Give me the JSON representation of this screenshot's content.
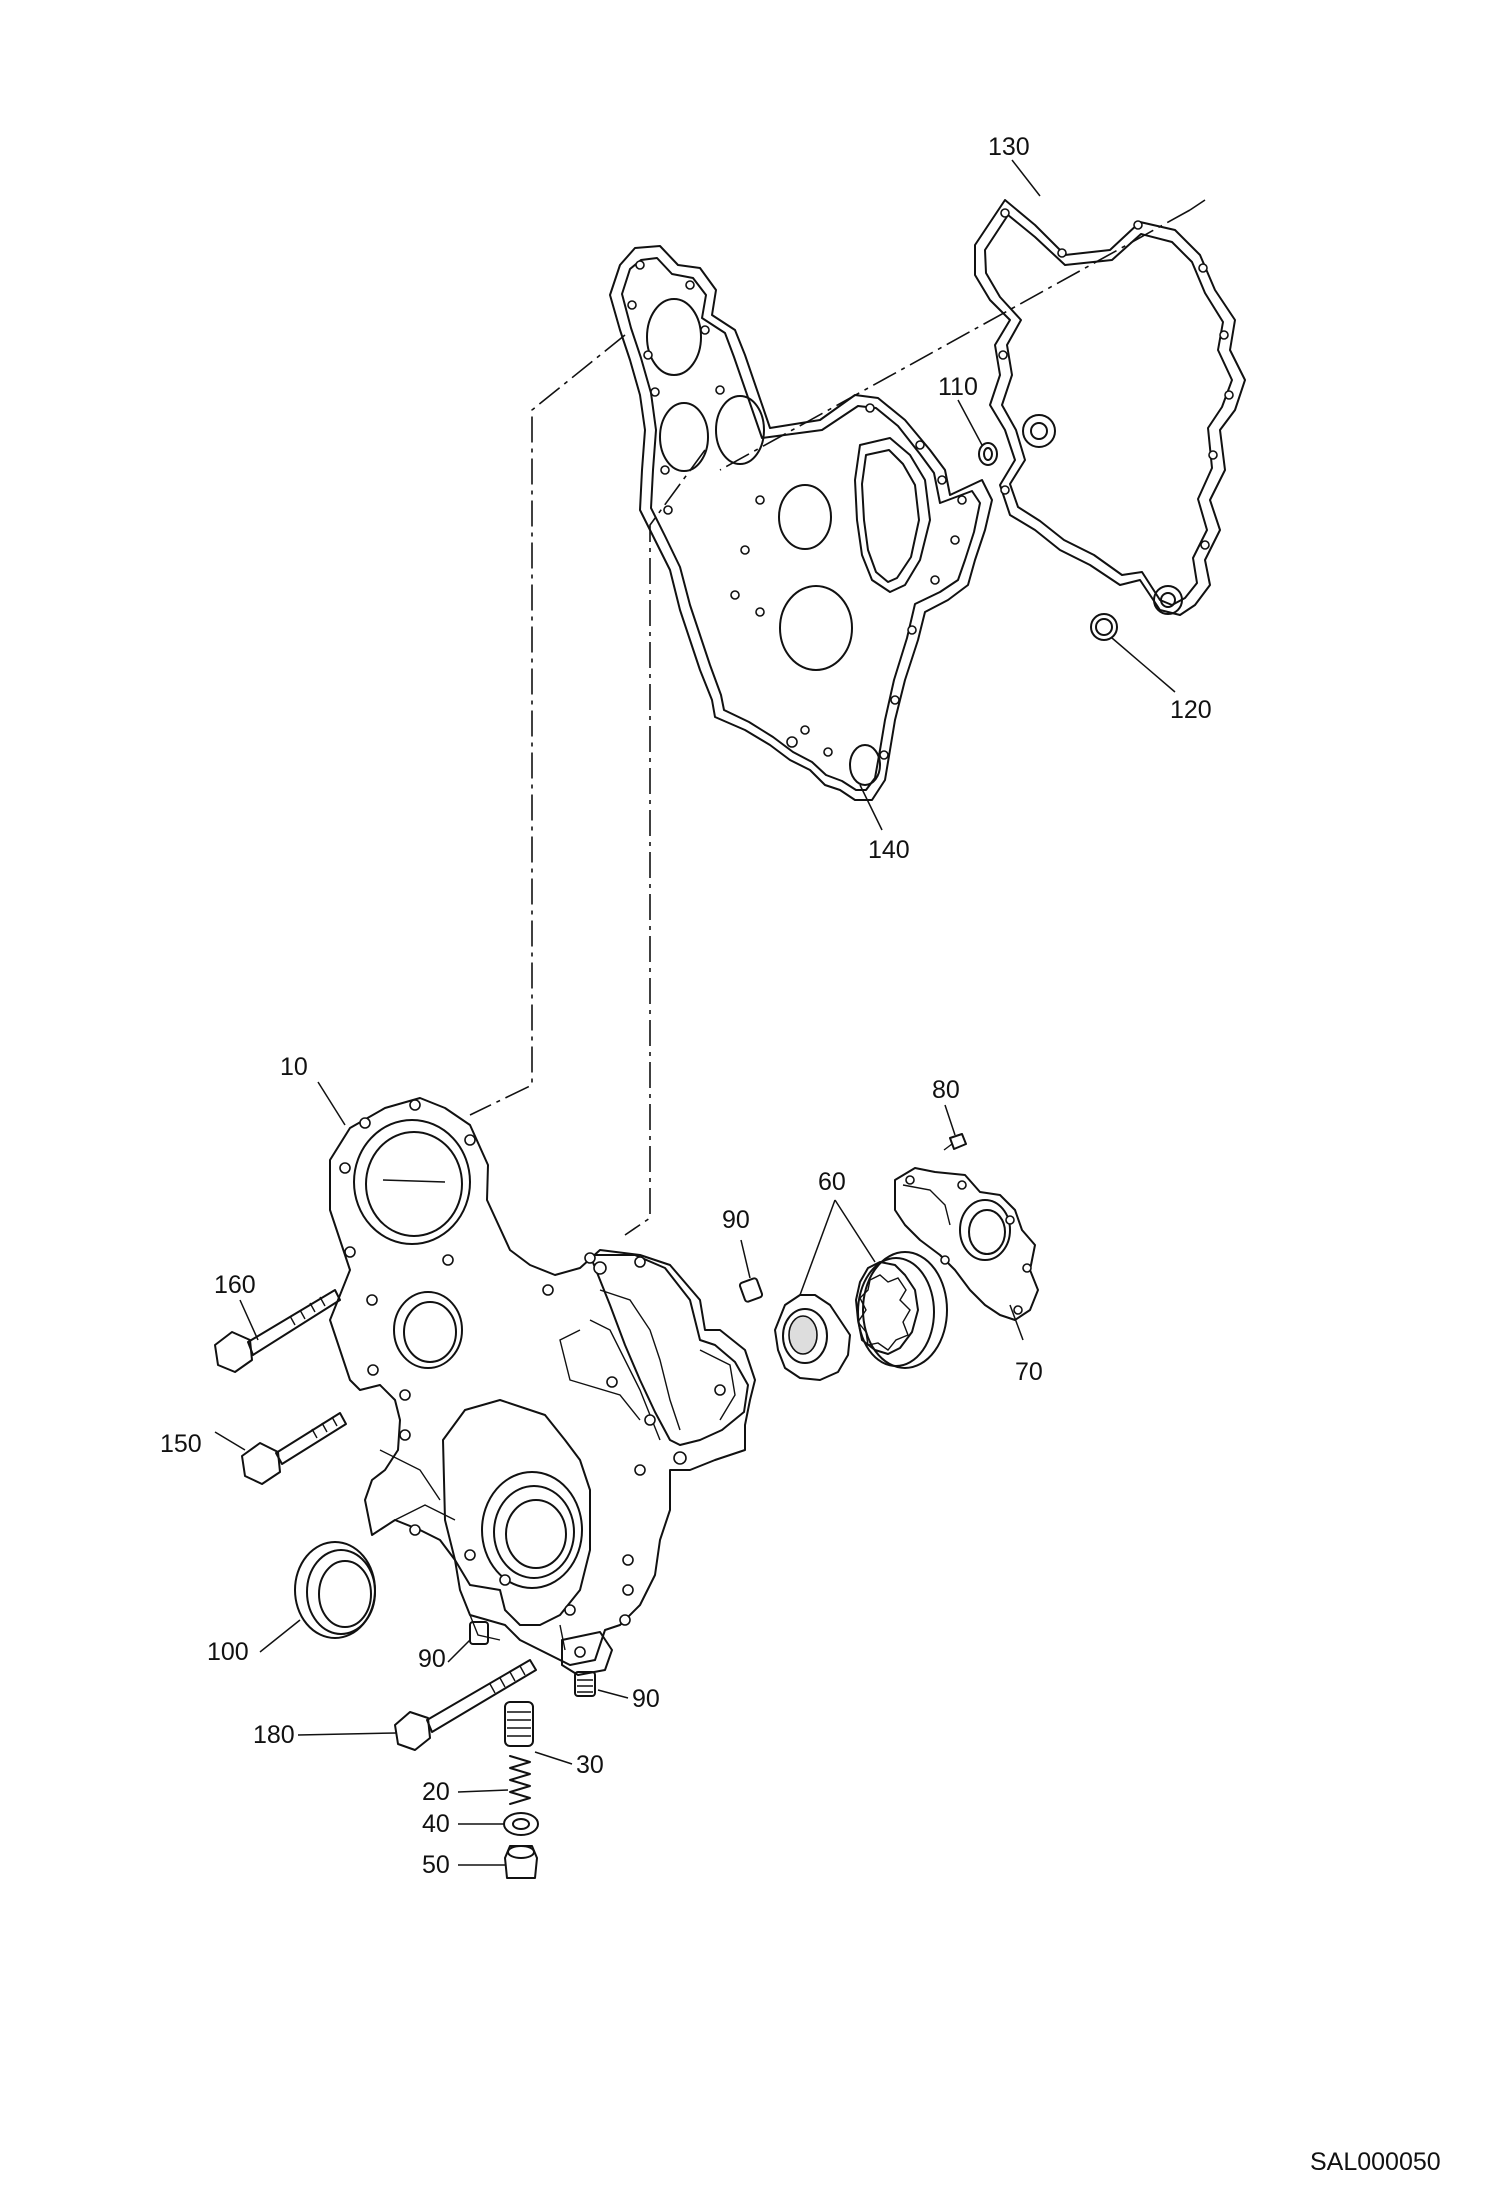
{
  "diagram": {
    "drawing_code": "SAL000050",
    "callouts": {
      "c130": "130",
      "c110": "110",
      "c120": "120",
      "c140": "140",
      "c10": "10",
      "c80": "80",
      "c60": "60",
      "c90a": "90",
      "c160": "160",
      "c70": "70",
      "c150": "150",
      "c100": "100",
      "c90b": "90",
      "c90c": "90",
      "c180": "180",
      "c30": "30",
      "c20": "20",
      "c40": "40",
      "c50": "50"
    }
  }
}
